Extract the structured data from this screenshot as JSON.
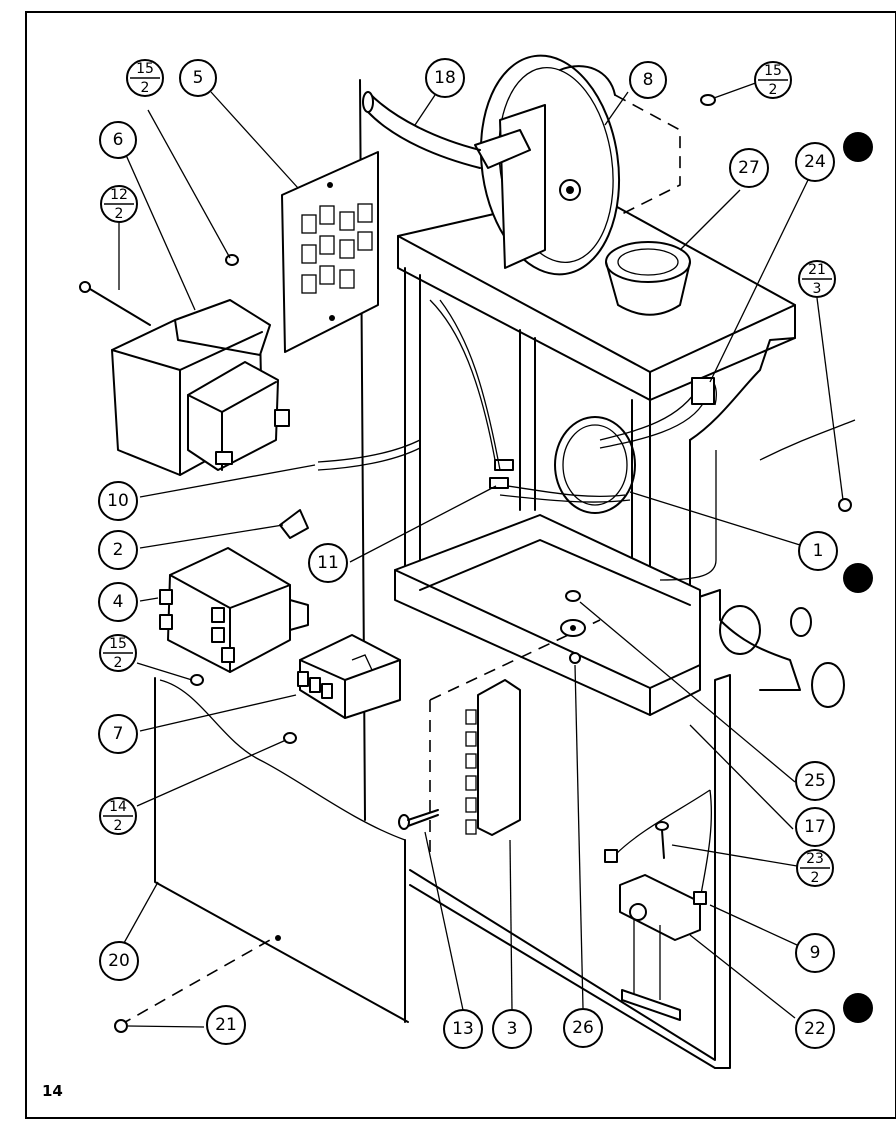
{
  "page_number": "14",
  "callouts": {
    "c1": "1",
    "c2": "2",
    "c3": "3",
    "c4": "4",
    "c5": "5",
    "c6": "6",
    "c7": "7",
    "c8": "8",
    "c9": "9",
    "c10": "10",
    "c11": "11",
    "c13": "13",
    "c17": "17",
    "c18": "18",
    "c20": "20",
    "c21": "21",
    "c22": "22",
    "c24": "24",
    "c25": "25",
    "c26": "26",
    "c27": "27"
  },
  "fraction_callouts": {
    "f15_2_top": {
      "num": "15",
      "den": "2"
    },
    "f15_2_right": {
      "num": "15",
      "den": "2"
    },
    "f12_2": {
      "num": "12",
      "den": "2"
    },
    "f21_3": {
      "num": "21",
      "den": "3"
    },
    "f15_2_mid": {
      "num": "15",
      "den": "2"
    },
    "f14_2": {
      "num": "14",
      "den": "2"
    },
    "f23_2": {
      "num": "23",
      "den": "2"
    }
  }
}
